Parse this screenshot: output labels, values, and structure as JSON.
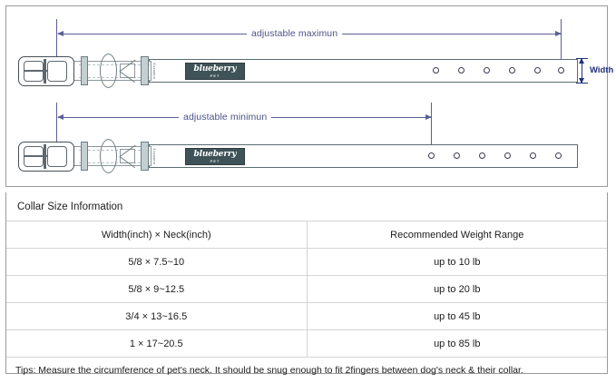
{
  "diagram": {
    "max": {
      "label": "adjustable maximun",
      "brand_name": "blueberry",
      "brand_sub": "PET",
      "care_text": "blueberry",
      "holes": 6
    },
    "min": {
      "label": "adjustable minimun",
      "brand_name": "blueberry",
      "brand_sub": "PET",
      "care_text": "blueberry",
      "holes": 6
    },
    "width_label": "Width",
    "colors": {
      "dimension_line": "#5b5f96",
      "width_arrow": "#22307a",
      "strap_outline": "#5c6b72",
      "tag_background": "#3f5257",
      "frame_border": "#9a9a9a"
    }
  },
  "table": {
    "title": "Collar Size Information",
    "headers": [
      "Width(inch)  ×  Neck(inch)",
      "Recommended Weight Range"
    ],
    "rows": [
      [
        "5/8 × 7.5~10",
        "up to 10 lb"
      ],
      [
        "5/8 × 9~12.5",
        "up to 20 lb"
      ],
      [
        "3/4 × 13~16.5",
        "up to 45 lb"
      ],
      [
        "1 × 17~20.5",
        "up to 85 lb"
      ]
    ],
    "tips": "Tips: Measure the circumference of pet's neck. It should be snug enough to fit 2fingers between dog's neck & their collar."
  }
}
